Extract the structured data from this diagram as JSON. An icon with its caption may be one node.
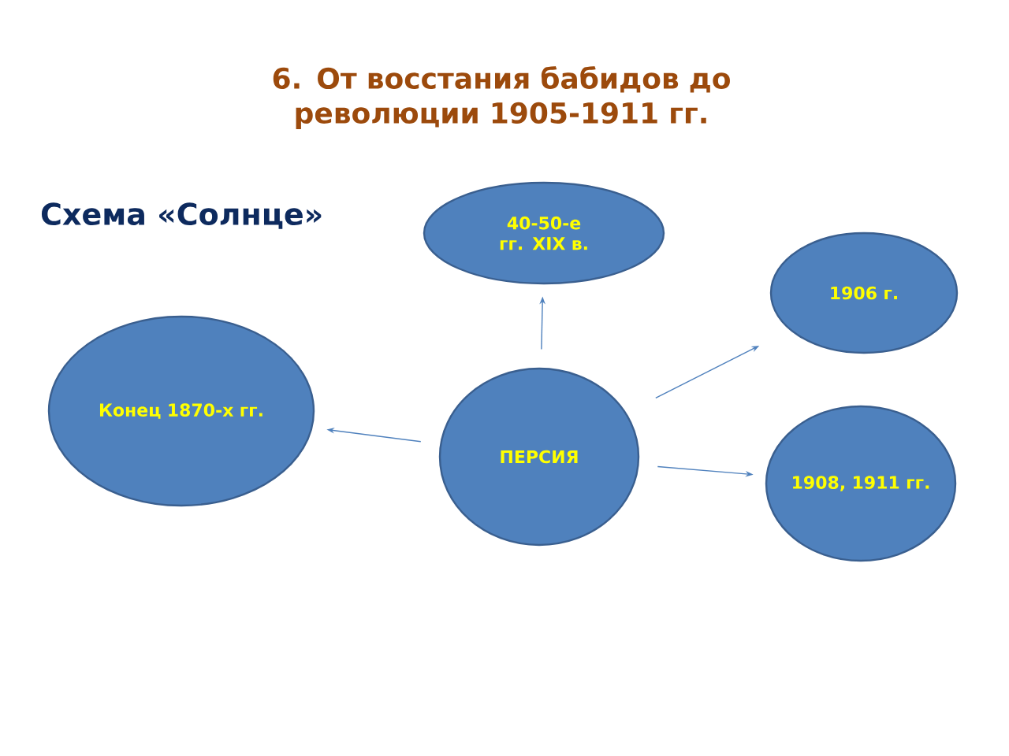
{
  "diagram": {
    "title": "6. От восстания бабидов до революции 1905-1911 гг.",
    "nodes": [
      {
        "text": [
          "40-50-е гг. XIX в."
        ]
      },
      {
        "text": [
          "1906 г."
        ]
      },
      {
        "text": [
          "Конец 1870-х гг."
        ]
      },
      {
        "text": [
          "ПЕРСИЯ"
        ]
      },
      {
        "text": [
          "1908, 1911 гг."
        ]
      }
    ],
    "edges": [
      {
        "from": 3,
        "to": 0,
        "arrow": "to"
      },
      {
        "from": 3,
        "to": 1,
        "arrow": "to"
      },
      {
        "from": 3,
        "to": 2,
        "arrow": "to"
      },
      {
        "from": 3,
        "to": 4,
        "arrow": "to"
      }
    ],
    "labels": [
      "Схема «Солнце»"
    ]
  }
}
